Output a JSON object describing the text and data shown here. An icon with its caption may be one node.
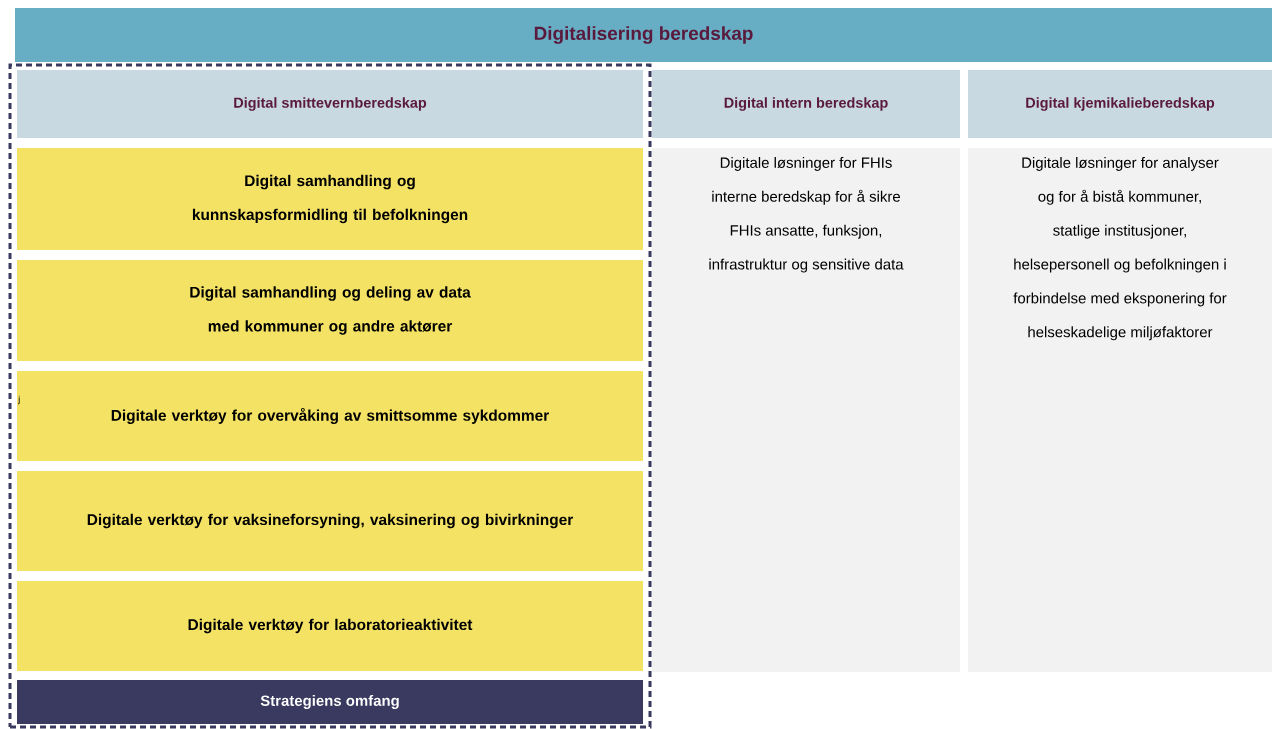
{
  "diagram": {
    "nodes": [
      {
        "text": [
          "Digitalisering beredskap"
        ]
      },
      {
        "text": [],
        "shape": "box"
      },
      {
        "text": [
          "Digital smittevernberedskap"
        ],
        "in": 1
      },
      {
        "text": [
          "Digital intern beredskap"
        ]
      },
      {
        "text": [
          "Digital kjemikalieberedskap"
        ]
      },
      {
        "text": [
          "Digital samhandling og kunnskapsformidling til befolkningen"
        ],
        "in": 1
      },
      {
        "text": [
          "Digital samhandling og deling av data med kommuner og andre aktører"
        ],
        "in": 1
      },
      {
        "text": [
          "Digitale verktøy for overvåking av smittsomme sykdommer"
        ],
        "in": 1
      },
      {
        "text": [
          "Digitale verktøy for vaksineforsyning, vaksinering og bivirkninger"
        ],
        "in": 1
      },
      {
        "text": [
          "Digitale verktøy for laboratorieaktivitet"
        ],
        "in": 1
      },
      {
        "text": [
          "Digitale løsninger for FHIs interne beredskap for å sikre FHIs ansatte, funksjon, infrastruktur og sensitive data"
        ]
      },
      {
        "text": [
          "Digitale løsninger for analyser og for å bistå kommuner, statlige institusjoner, helsepersonell og befolkningen i forbindelse med eksponering for helseskadelige miljøfaktorer"
        ]
      },
      {
        "text": [
          "Strategiens omfang"
        ],
        "in": 1
      }
    ],
    "labels": [
      "j"
    ]
  }
}
